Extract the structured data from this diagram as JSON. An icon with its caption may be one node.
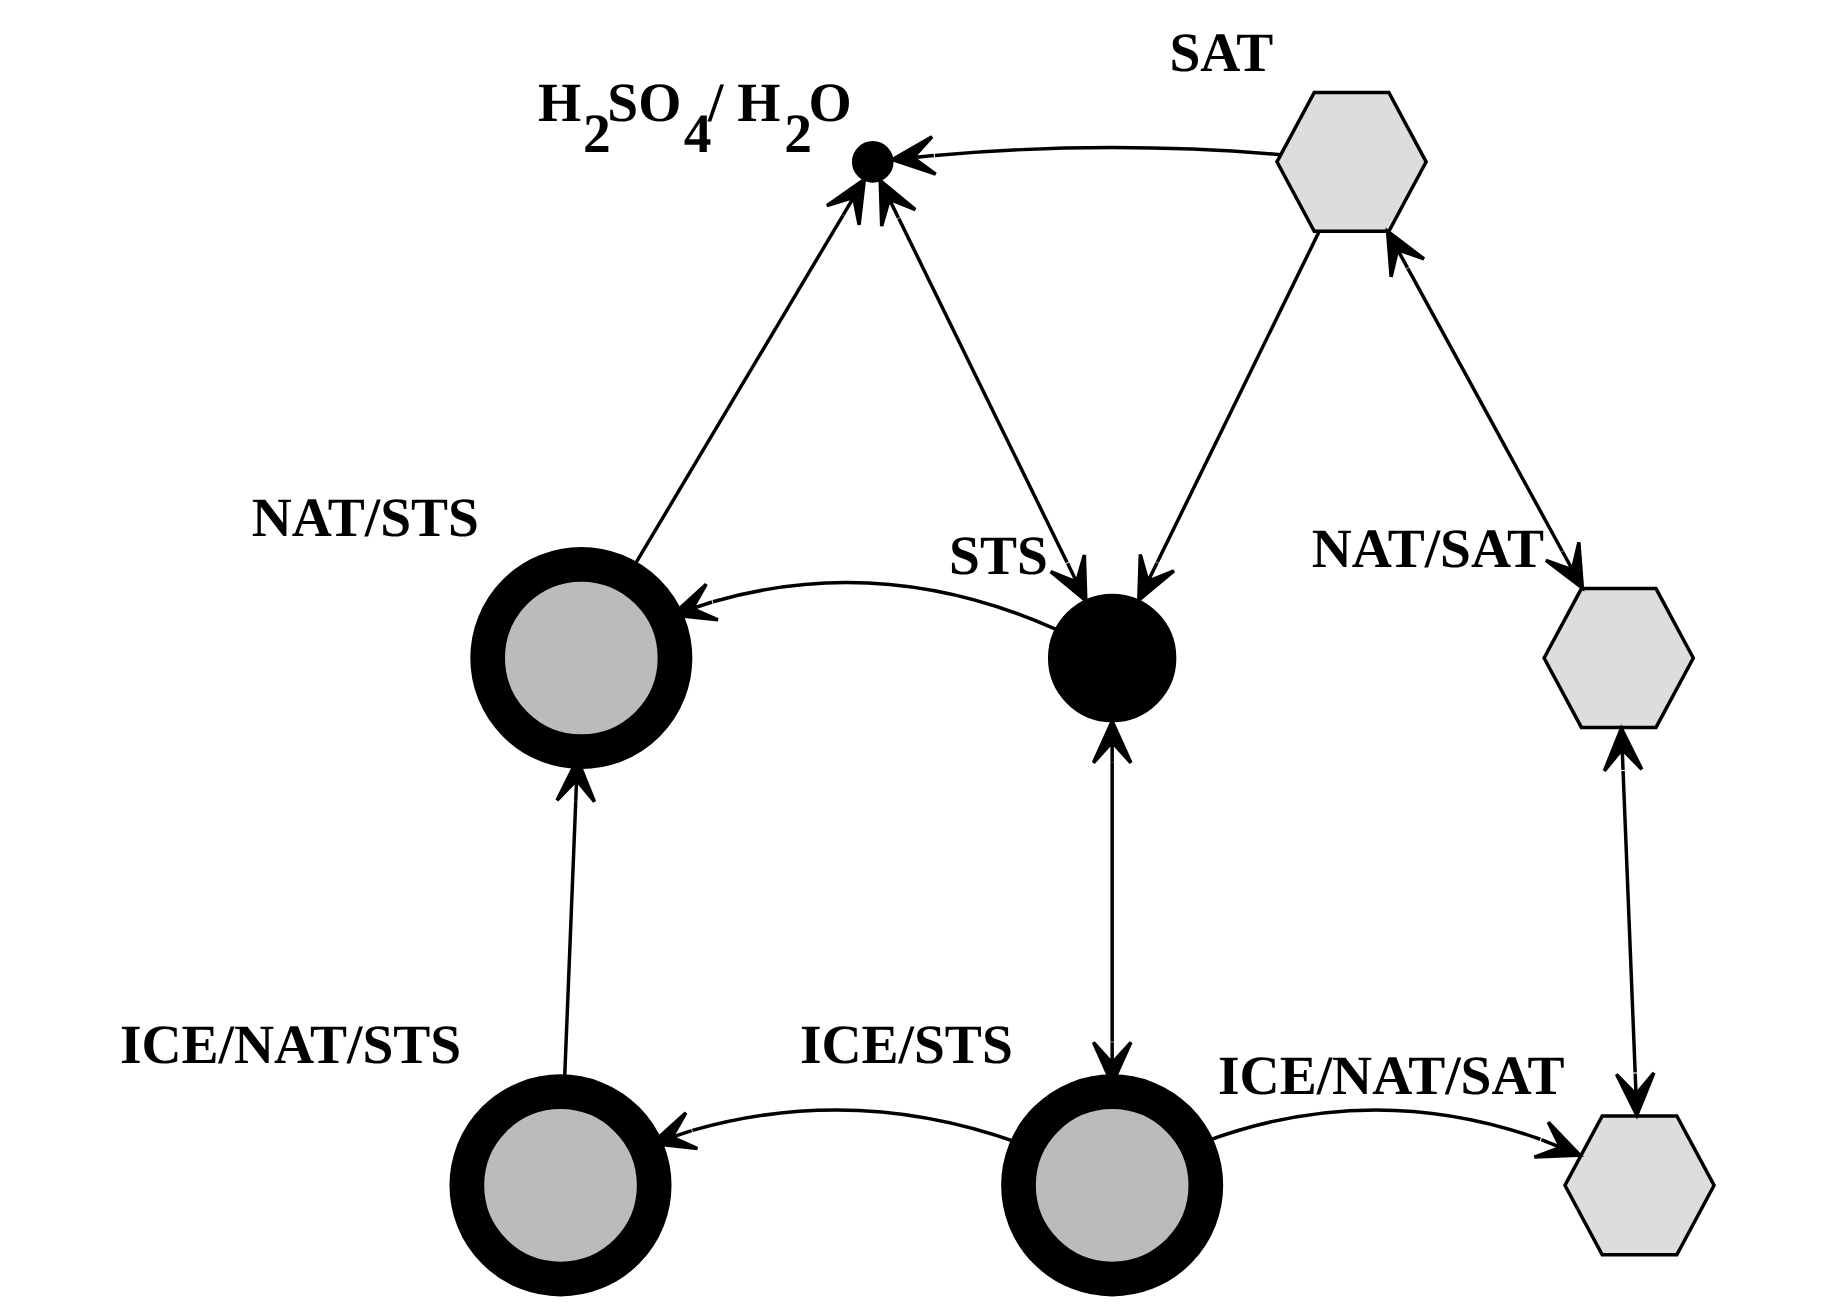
{
  "diagram": {
    "nodes": [
      {
        "text": [],
        "shape": "circle",
        "beside": [
          "H$_{2}$SO$_{4}$/ H$_{2}$O"
        ]
      },
      {
        "text": [],
        "shape": "hexagon",
        "beside": [
          "SAT"
        ]
      },
      {
        "text": [],
        "shape": "ring",
        "beside": [
          "NAT/STS"
        ]
      },
      {
        "text": [],
        "shape": "circle",
        "beside": [
          "STS"
        ]
      },
      {
        "text": [],
        "shape": "hexagon",
        "beside": [
          "NAT/SAT"
        ]
      },
      {
        "text": [],
        "shape": "ring",
        "beside": [
          "ICE/NAT/STS"
        ]
      },
      {
        "text": [],
        "shape": "ring",
        "beside": [
          "ICE/STS"
        ]
      },
      {
        "text": [],
        "shape": "hexagon",
        "beside": [
          "ICE/NAT/SAT"
        ]
      }
    ],
    "edges": [
      {
        "from": 3,
        "to": 0,
        "arrow": "both"
      },
      {
        "from": 1,
        "to": 0,
        "arrow": "to"
      },
      {
        "from": 1,
        "to": 3,
        "arrow": "to"
      },
      {
        "from": 1,
        "to": 4,
        "arrow": "both"
      },
      {
        "from": 2,
        "to": 0,
        "arrow": "to"
      },
      {
        "from": 3,
        "to": 2,
        "arrow": "to"
      },
      {
        "from": 3,
        "to": 6,
        "arrow": "both"
      },
      {
        "from": 4,
        "to": 7,
        "arrow": "both"
      },
      {
        "from": 5,
        "to": 2,
        "arrow": "to"
      },
      {
        "from": 6,
        "to": 5,
        "arrow": "to"
      },
      {
        "from": 6,
        "to": 7,
        "arrow": "to"
      }
    ]
  }
}
